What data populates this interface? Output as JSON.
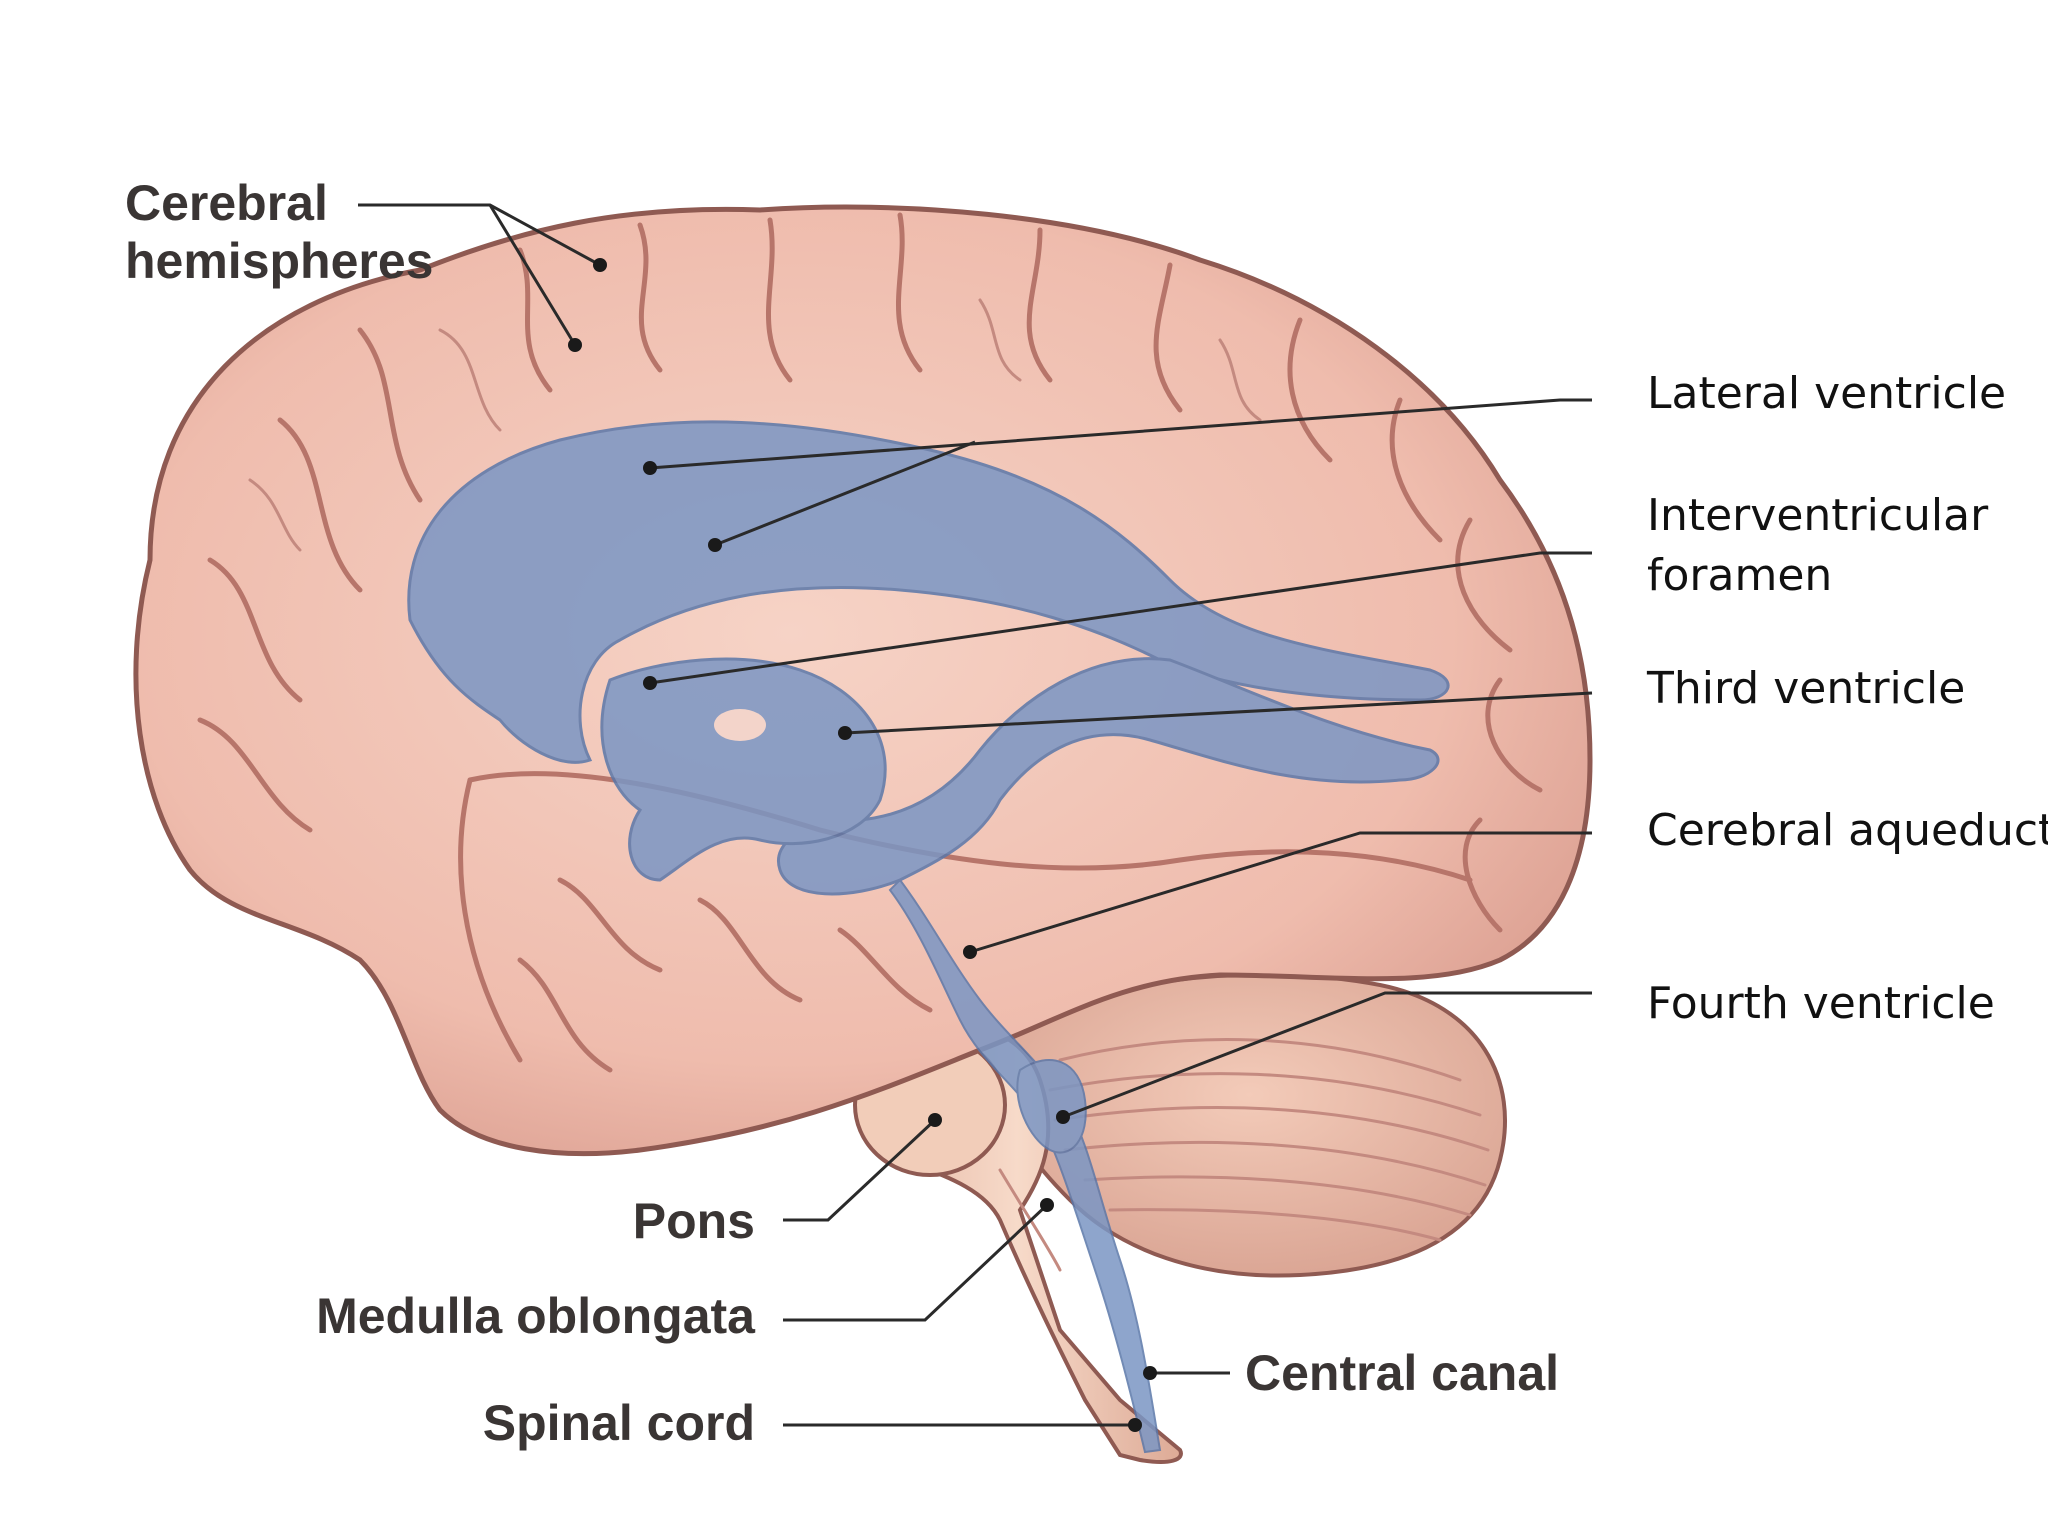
{
  "labels": {
    "cerebral_hemispheres_1": "Cerebral",
    "cerebral_hemispheres_2": "hemispheres",
    "lateral_ventricle": "Lateral ventricle",
    "interventricular_foramen_1": "Interventricular",
    "interventricular_foramen_2": "foramen",
    "third_ventricle": "Third ventricle",
    "cerebral_aqueduct": "Cerebral aqueduct",
    "fourth_ventricle": "Fourth ventricle",
    "pons": "Pons",
    "medulla_oblongata": "Medulla oblongata",
    "spinal_cord": "Spinal cord",
    "central_canal": "Central canal"
  },
  "colors": {
    "cortex": "#f2c2b4",
    "cortex_shadow": "#d99c8e",
    "cortex_outline": "#8f5a52",
    "ventricles": "#7b96c4",
    "brainstem": "#f3cdb8",
    "cerebellum": "#ecb9a6"
  }
}
